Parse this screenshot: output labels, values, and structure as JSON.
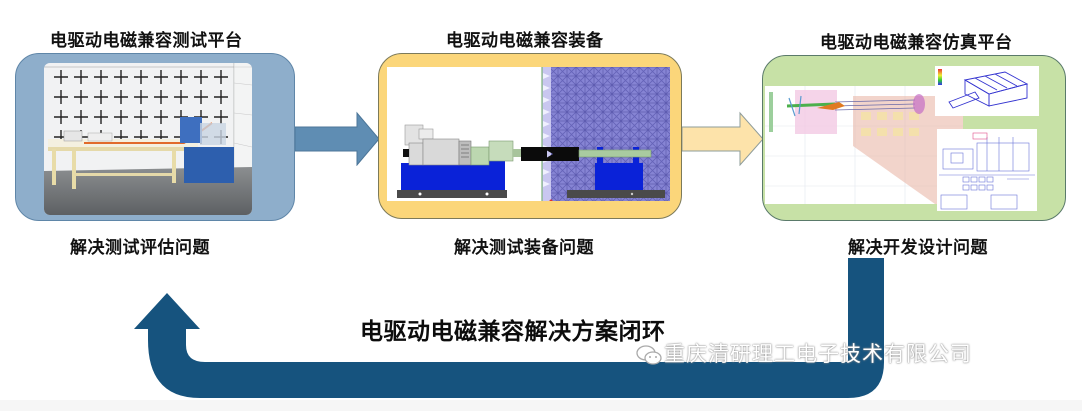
{
  "diagram": {
    "stages": [
      {
        "title": "电驱动电磁兼容测试平台",
        "subtitle": "解决测试评估问题",
        "image": "emc-anechoic-chamber-test-bench-photo",
        "color": "#8eaecb"
      },
      {
        "title": "电驱动电磁兼容装备",
        "subtitle": "解决测试装备问题",
        "image": "motor-dynamometer-equipment-drawing",
        "color": "#fbd67a"
      },
      {
        "title": "电驱动电磁兼容仿真平台",
        "subtitle": "解决开发设计问题",
        "image": "simulation-model-and-schematic-screenshots",
        "color": "#c7e1a6"
      }
    ],
    "arrows": [
      {
        "from": "电驱动电磁兼容测试平台",
        "to": "电驱动电磁兼容装备",
        "color": "#5f8db3"
      },
      {
        "from": "电驱动电磁兼容装备",
        "to": "电驱动电磁兼容仿真平台",
        "color": "#fde3aa"
      },
      {
        "from": "电驱动电磁兼容仿真平台",
        "to": "电驱动电磁兼容测试平台",
        "color": "#16537e",
        "type": "loop-back"
      }
    ],
    "loop_label": "电驱动电磁兼容解决方案闭环",
    "watermark": "重庆清研理工电子技术有限公司",
    "watermark_icon": "wechat-icon"
  }
}
